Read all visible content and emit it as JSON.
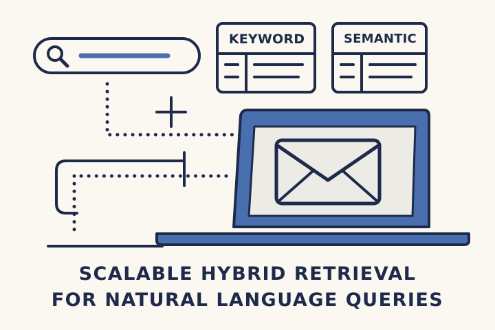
{
  "cards": {
    "keyword_label": "KEYWORD",
    "semantic_label": "SEMANTIC"
  },
  "title": {
    "line1": "SCALABLE HYBRID RETRIEVAL",
    "line2": "FOR NATURAL LANGUAGE QUERIES"
  },
  "icons": [
    "search-icon",
    "envelope-icon",
    "laptop-icon",
    "plus-icon"
  ],
  "colors": {
    "ink": "#1e2a4a",
    "accent": "#4a6fae",
    "screen": "#ecebe6",
    "background": "#fbf8f1"
  }
}
